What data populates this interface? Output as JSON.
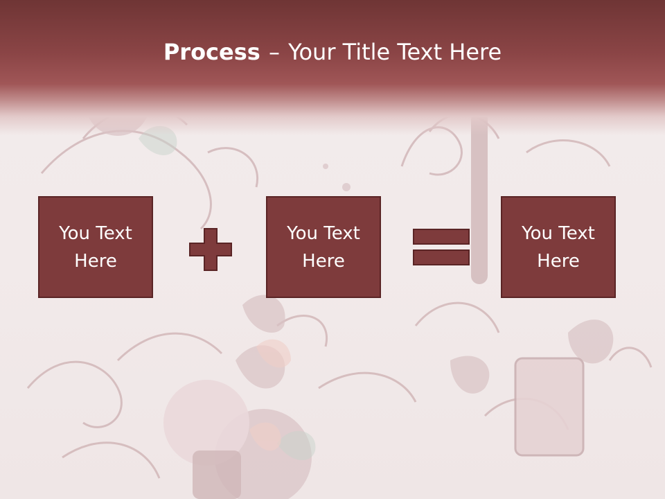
{
  "slide": {
    "title_bold": "Process",
    "title_separator": "–",
    "title_rest": "Your Title Text Here",
    "boxes": [
      {
        "text": "You Text Here"
      },
      {
        "text": "You Text Here"
      },
      {
        "text": "You Text Here"
      }
    ],
    "operators": [
      "plus-icon",
      "equals-icon"
    ]
  },
  "colors": {
    "header": "#8b4546",
    "box_fill": "#7e3b3c",
    "box_border": "#5a2425",
    "background": "#f2eaea",
    "floral": "#c9a8aa"
  }
}
